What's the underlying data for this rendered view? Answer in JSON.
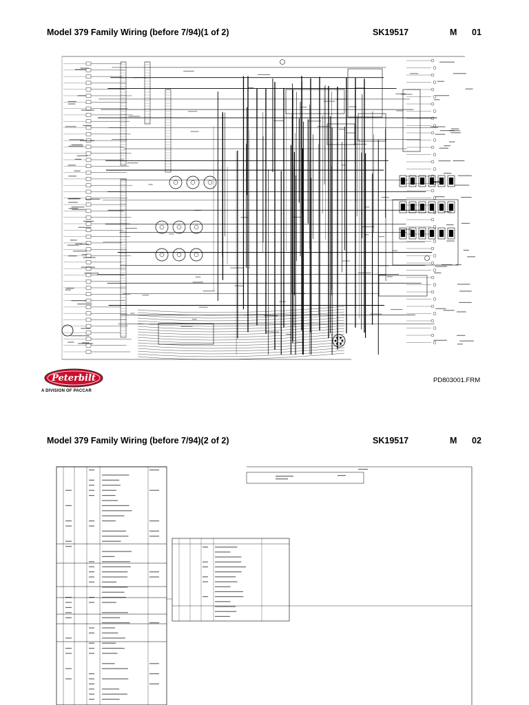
{
  "page1": {
    "title": "Model 379 Family Wiring (before 7/94)(1 of 2)",
    "sheet": "SK19517",
    "m": "M",
    "page_no": "01"
  },
  "page2": {
    "title": "Model 379 Family Wiring (before 7/94)(2 of 2)",
    "sheet": "SK19517",
    "m": "M",
    "page_no": "02"
  },
  "logo": {
    "brand": "Peterbilt",
    "tagline": "A DIVISION OF PACCAR"
  },
  "file_ref": "PD803001.FRM",
  "colors": {
    "logo_red": "#c8102e",
    "ink": "#000000"
  }
}
